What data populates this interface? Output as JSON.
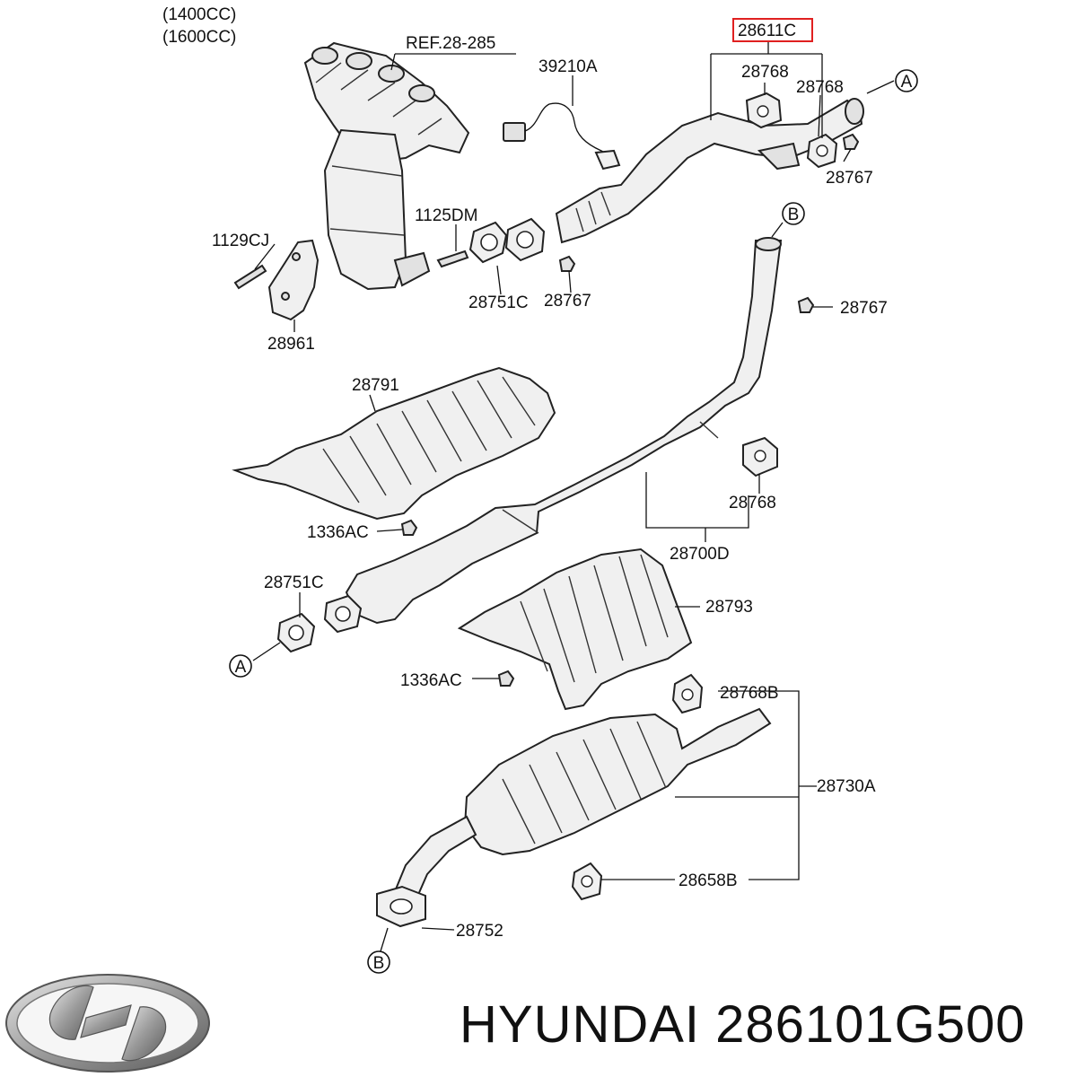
{
  "header_labels": {
    "cc1": "(1400CC)",
    "cc2": "(1600CC)",
    "ref": "REF.28-285"
  },
  "parts": {
    "p28611C": "28611C",
    "p39210A": "39210A",
    "p28768_a": "28768",
    "p28768_b": "28768",
    "p28767_a": "28767",
    "p1125DM": "1125DM",
    "p1129CJ": "1129CJ",
    "p28751C_a": "28751C",
    "p28767_b": "28767",
    "p28767_c": "28767",
    "p28961": "28961",
    "p28791": "28791",
    "p1336AC_a": "1336AC",
    "p28768_c": "28768",
    "p28700D": "28700D",
    "p28751C_b": "28751C",
    "p28793": "28793",
    "p1336AC_b": "1336AC",
    "p28768B": "28768B",
    "p28730A": "28730A",
    "p28658B": "28658B",
    "p28752": "28752"
  },
  "connectors": {
    "A_top": "A",
    "B_top": "B",
    "A_bottom": "A",
    "B_bottom": "B"
  },
  "highlight_color": "#e02020",
  "footer": {
    "text": "HYUNDAI 286101G500"
  },
  "logo": {
    "icon": "hyundai-logo"
  }
}
